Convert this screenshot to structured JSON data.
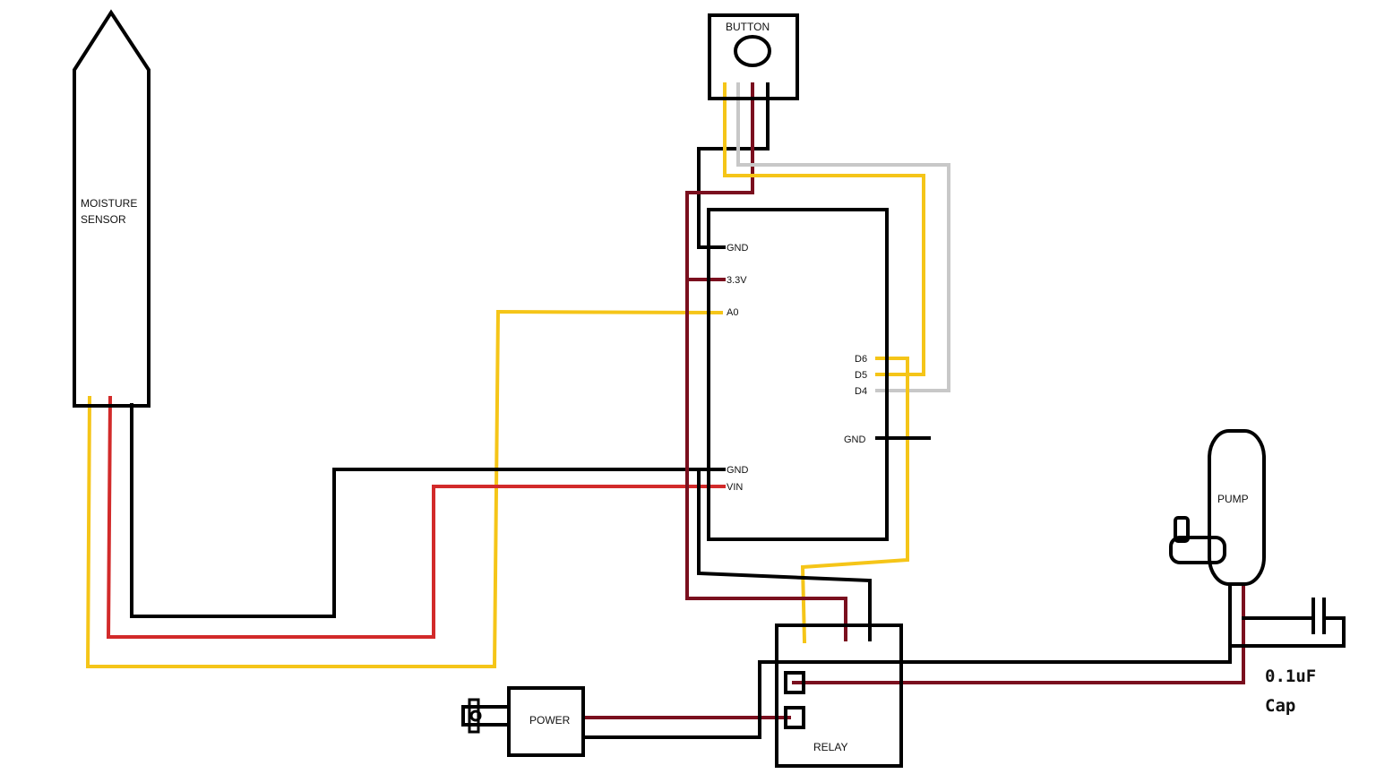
{
  "colors": {
    "outline": "#000000",
    "wire_black": "#000000",
    "wire_red": "#d22a2a",
    "wire_darkred": "#7a0f1e",
    "wire_yellow": "#f5c518",
    "wire_gray": "#c8c8c8"
  },
  "components": {
    "moisture_sensor": {
      "label_line1": "MOISTURE",
      "label_line2": "SENSOR"
    },
    "button": {
      "label": "BUTTON"
    },
    "board": {
      "pins_left": [
        "GND",
        "3.3V",
        "A0",
        "GND",
        "VIN"
      ],
      "pins_right": [
        "D6",
        "D5",
        "D4",
        "GND"
      ]
    },
    "relay": {
      "label": "RELAY"
    },
    "power": {
      "label": "POWER"
    },
    "pump": {
      "label": "PUMP"
    },
    "capacitor": {
      "label_line1": "0.1uF",
      "label_line2": "Cap"
    }
  }
}
